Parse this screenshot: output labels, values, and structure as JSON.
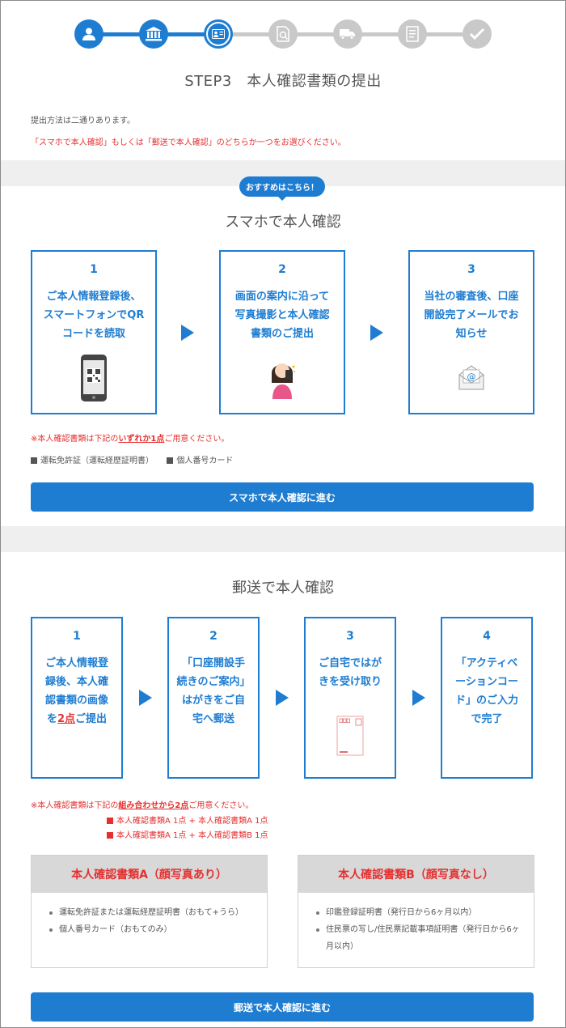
{
  "step_title": "STEP3　本人確認書類の提出",
  "intro": {
    "line1": "提出方法は二通りあります。",
    "line2": "「スマホで本人確認」もしくは「郵送で本人確認」のどちらか一つをお選びください。"
  },
  "smartphone": {
    "badge": "おすすめはこちら！",
    "title": "スマホで本人確認",
    "steps": [
      {
        "num": "1",
        "lines": [
          "ご本人情報登録後、",
          "スマートフォンでQR",
          "コードを読取"
        ],
        "icon": "phone-qr-icon"
      },
      {
        "num": "2",
        "lines": [
          "画面の案内に沿って",
          "写真撮影と本人確認",
          "書類のご提出"
        ],
        "icon": "woman-selfie-icon"
      },
      {
        "num": "3",
        "lines": [
          "当社の審査後、口座",
          "開設完了メールでお",
          "知らせ"
        ],
        "icon": "mail-icon"
      }
    ],
    "note_prefix": "※本人確認書類は下記の",
    "note_emph": "いずれか1点",
    "note_suffix": "ご用意ください。",
    "docs": [
      "運転免許証（運転経歴証明書）",
      "個人番号カード"
    ],
    "button": "スマホで本人確認に進む"
  },
  "mail": {
    "title": "郵送で本人確認",
    "steps": [
      {
        "num": "1",
        "lines": [
          "ご本人情報登",
          "録後、本人確",
          "認書類の画像"
        ],
        "last_emph": "2点",
        "last_after": "ご提出",
        "last_before": "を"
      },
      {
        "num": "2",
        "lines": [
          "「口座開設手",
          "続きのご案内」",
          "はがきをご自",
          "宅へ郵送"
        ]
      },
      {
        "num": "3",
        "lines": [
          "ご自宅ではが",
          "きを受け取り"
        ],
        "icon": "postcard-icon"
      },
      {
        "num": "4",
        "lines": [
          "「アクティベ",
          "ーションコー",
          "ド」のご入力",
          "で完了"
        ]
      }
    ],
    "note_prefix": "※本人確認書類は下記の",
    "note_emph": "組み合わせから2点",
    "note_suffix": "ご用意ください。",
    "combos": [
      "本人確認書類A 1点 + 本人確認書類A 1点",
      "本人確認書類A 1点 + 本人確認書類B 1点"
    ],
    "doc_a": {
      "title": "本人確認書類A（顔写真あり）",
      "items": [
        "運転免許証または運転経歴証明書（おもて+うら）",
        "個人番号カード（おもてのみ）"
      ]
    },
    "doc_b": {
      "title": "本人確認書類B（顔写真なし）",
      "items": [
        "印鑑登録証明書（発行日から6ヶ月以内）",
        "住民票の写し/住民票記載事項証明書（発行日から6ヶ月以内）"
      ]
    },
    "button": "郵送で本人確認に進む"
  },
  "colors": {
    "accent": "#1f7dd1",
    "alert": "#e53030",
    "inactive": "#c9c9c9"
  }
}
